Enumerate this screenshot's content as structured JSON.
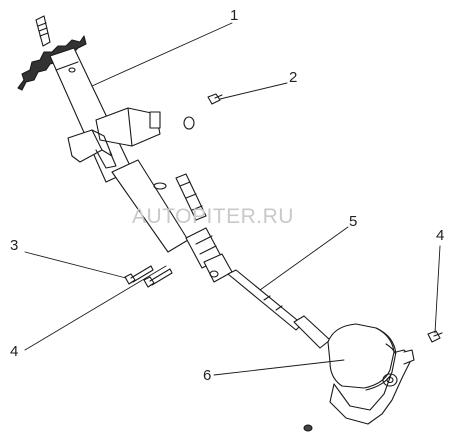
{
  "watermark": "AUTOPITER.RU",
  "callouts": [
    {
      "id": "c1",
      "label": "1",
      "part": "steering-column"
    },
    {
      "id": "c2",
      "label": "2",
      "part": "bolt"
    },
    {
      "id": "c3",
      "label": "3",
      "part": "bolt"
    },
    {
      "id": "c4a",
      "label": "4",
      "part": "bolt"
    },
    {
      "id": "c4b",
      "label": "4",
      "part": "bolt"
    },
    {
      "id": "c5",
      "label": "5",
      "part": "intermediate-shaft"
    },
    {
      "id": "c6",
      "label": "6",
      "part": "boot-cover"
    }
  ]
}
